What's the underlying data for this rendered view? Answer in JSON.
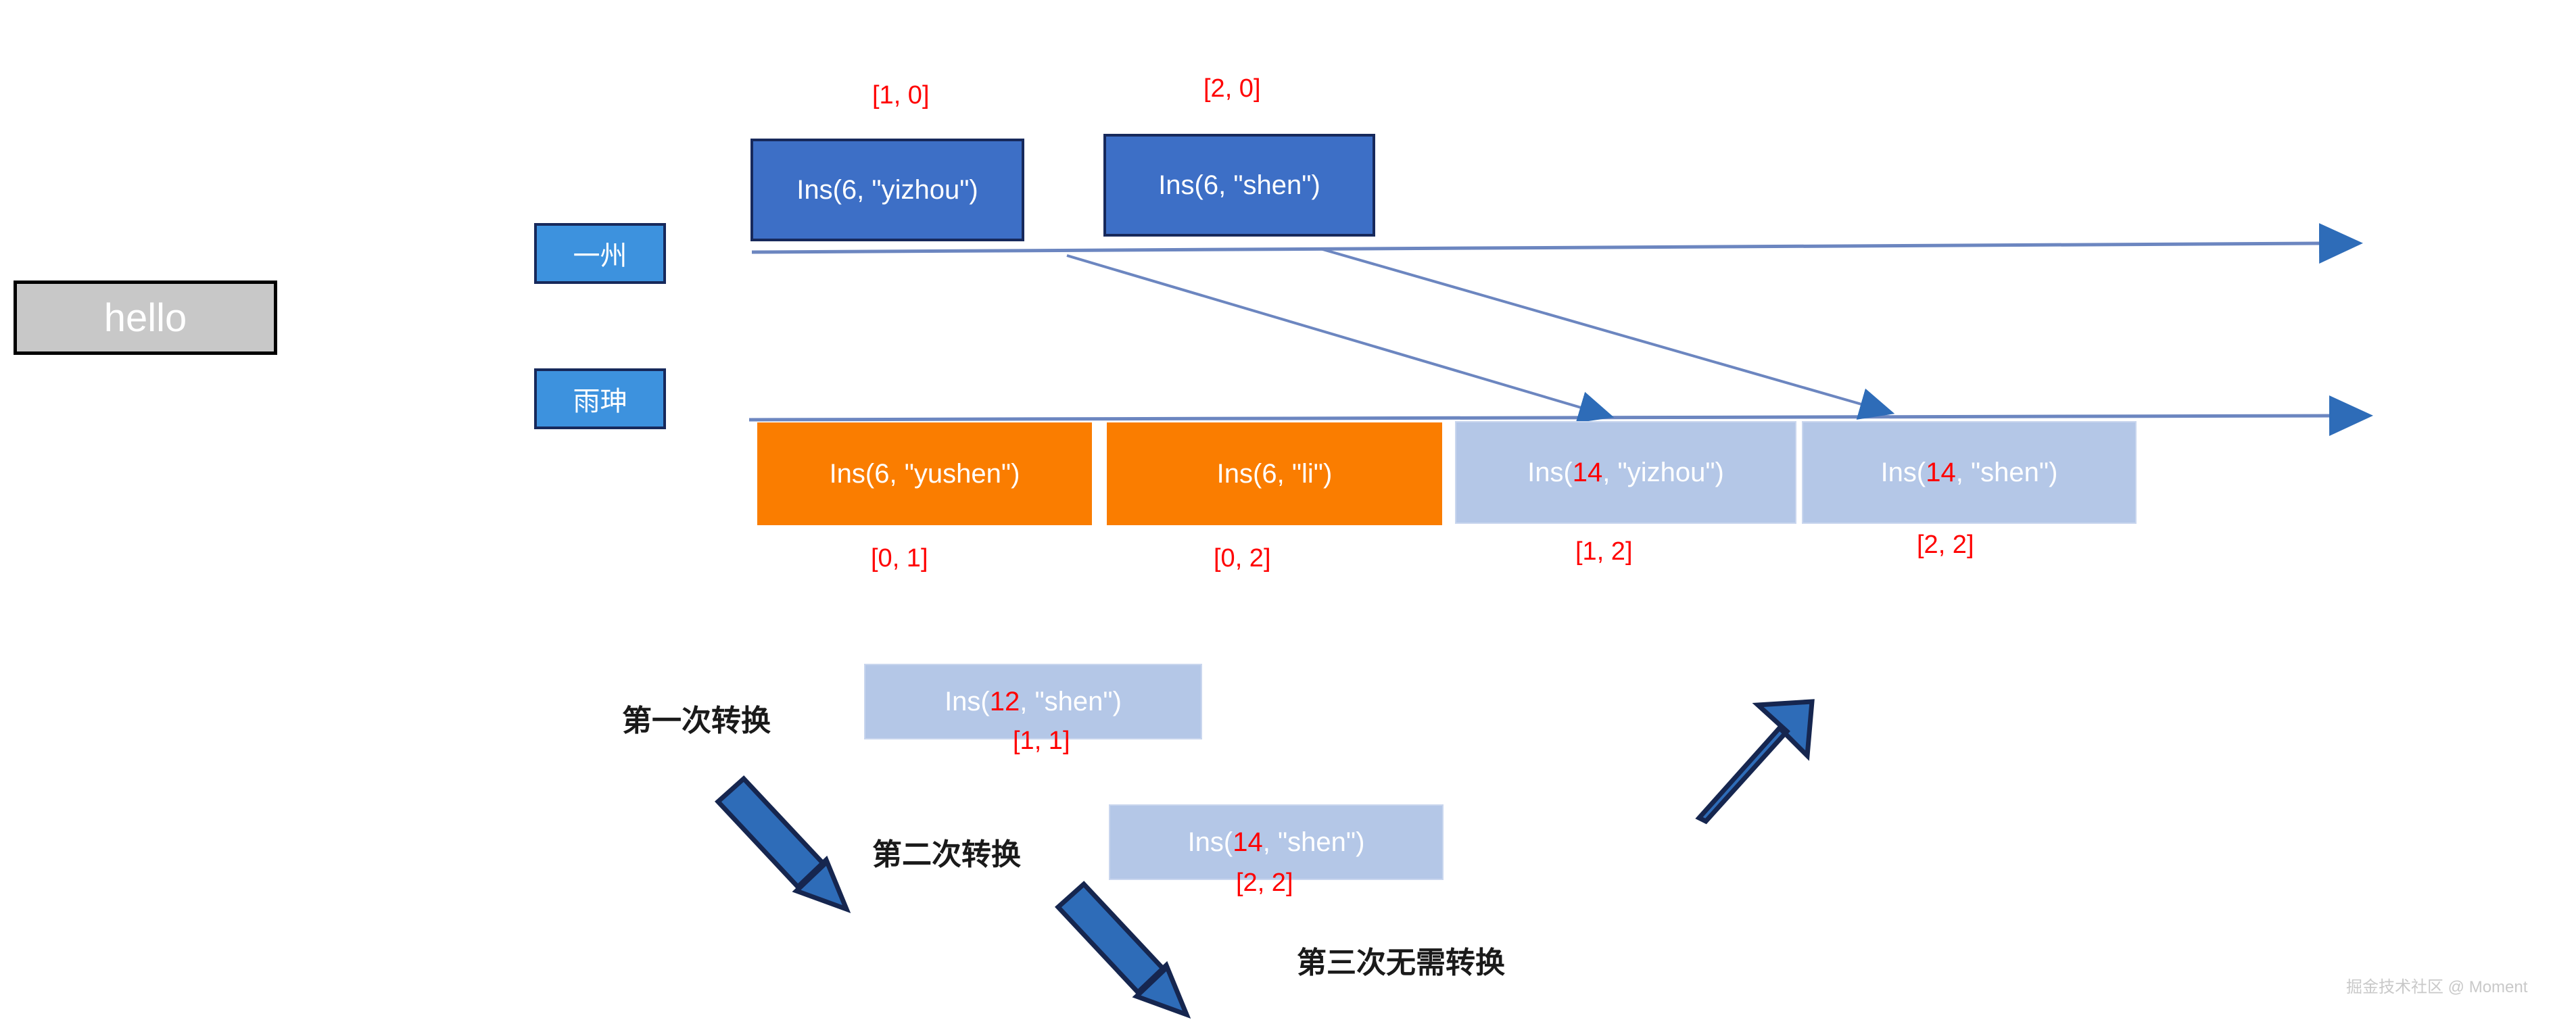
{
  "colors": {
    "blue_fill": "#3D6FC6",
    "blue_border": "#17295B",
    "orange_fill": "#FA7D00",
    "lightblue_fill": "#B4C7E7",
    "lane_tag_fill": "#3D92DE",
    "annotation_red": "#FF0000",
    "hello_fill": "#C8C8C8",
    "timeline_line": "#6C86C0",
    "arrow_fill": "#2E6CB8"
  },
  "hello_box": {
    "label": "hello"
  },
  "lanes": [
    {
      "name": "一州",
      "id": "lane-yizhou"
    },
    {
      "name": "雨珅",
      "id": "lane-yushen"
    }
  ],
  "top_lane_ops": [
    {
      "label": "Ins(6, \"yizhou\")",
      "index_label": "[1, 0]",
      "index_position": "above"
    },
    {
      "label": "Ins(6, \"shen\")",
      "index_label": "[2, 0]",
      "index_position": "above"
    }
  ],
  "bottom_lane_ops": [
    {
      "label_prefix": "Ins(",
      "label_num": "6",
      "num_red": false,
      "label_suffix": ", \"yushen\")",
      "index_label": "[0, 1]",
      "style": "orange"
    },
    {
      "label_prefix": "Ins(",
      "label_num": "6",
      "num_red": false,
      "label_suffix": ", \"li\")",
      "index_label": "[0, 2]",
      "style": "orange"
    },
    {
      "label_prefix": "Ins(",
      "label_num": "14",
      "num_red": true,
      "label_suffix": ", \"yizhou\")",
      "index_label": "[1, 2]",
      "style": "lightblue"
    },
    {
      "label_prefix": "Ins(",
      "label_num": "14",
      "num_red": true,
      "label_suffix": ", \"shen\")",
      "index_label": "[2, 2]",
      "style": "lightblue"
    }
  ],
  "transform_steps": [
    {
      "caption": "第一次转换",
      "op_prefix": "Ins(",
      "op_num": "12",
      "op_suffix": ", \"shen\")",
      "index_label": "[1, 1]"
    },
    {
      "caption": "第二次转换",
      "op_prefix": "Ins(",
      "op_num": "14",
      "op_suffix": ", \"shen\")",
      "index_label": "[2, 2]"
    },
    {
      "caption": "第三次无需转换",
      "op_prefix": "",
      "op_num": "",
      "op_suffix": "",
      "index_label": ""
    }
  ],
  "watermark": {
    "text": "掘金技术社区 @ Moment"
  }
}
